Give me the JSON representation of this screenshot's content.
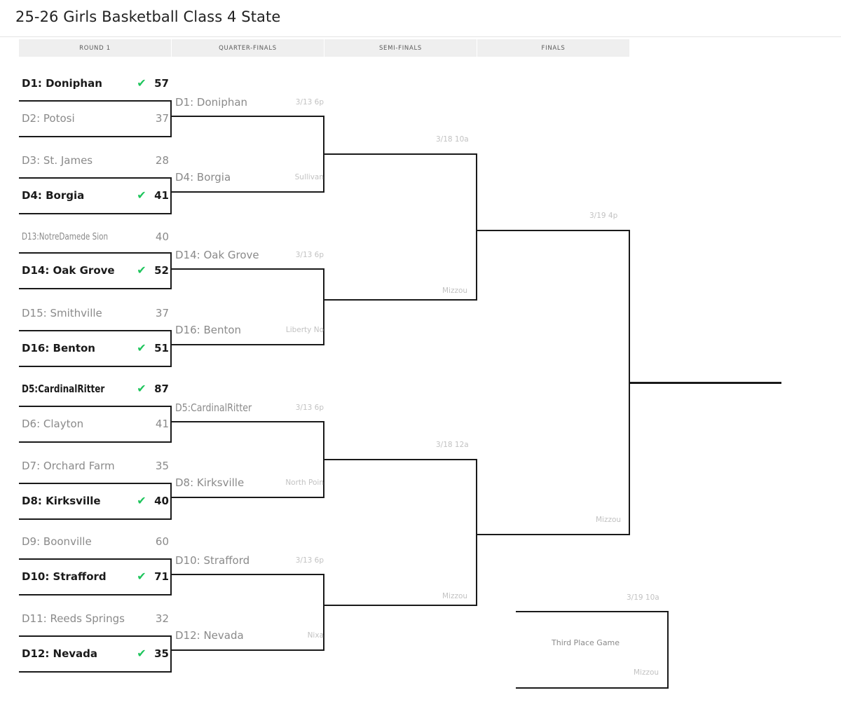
{
  "page": {
    "title": "25-26 Girls Basketball Class 4 State",
    "accent_check_color": "#1ec55c",
    "line_color": "#1a1a1a",
    "muted_text_color": "#8a8a8a",
    "faint_text_color": "#c2c2c2",
    "tab_background": "#efefef"
  },
  "rounds": [
    {
      "label": "ROUND 1"
    },
    {
      "label": "QUARTER-FINALS"
    },
    {
      "label": "SEMI-FINALS"
    },
    {
      "label": "FINALS"
    }
  ],
  "round1": [
    {
      "winner_label": {
        "name": "D1: Doniphan",
        "check": "✔",
        "score": "57"
      },
      "teams": [
        {
          "name": "D1: Doniphan",
          "score": "57",
          "winner": true
        },
        {
          "name": "D2: Potosi",
          "score": "37",
          "winner": false
        }
      ]
    },
    {
      "teams": [
        {
          "name": "D3: St. James",
          "score": "28",
          "winner": false
        },
        {
          "name": "D4: Borgia",
          "score": "41",
          "winner": true,
          "check": "✔"
        }
      ]
    },
    {
      "teams": [
        {
          "name": "D13:NotreDamede Sion",
          "score": "40",
          "winner": false,
          "squeeze": true
        },
        {
          "name": "D14: Oak Grove",
          "score": "52",
          "winner": true,
          "check": "✔"
        }
      ]
    },
    {
      "teams": [
        {
          "name": "D15: Smithville",
          "score": "37",
          "winner": false
        },
        {
          "name": "D16: Benton",
          "score": "51",
          "winner": true,
          "check": "✔"
        }
      ]
    },
    {
      "winner_label": {
        "name": "D5:CardinalRitter",
        "check": "✔",
        "score": "87",
        "squeeze": true
      },
      "teams": [
        {
          "name": "D5:CardinalRitter",
          "score": "87",
          "winner": true,
          "squeeze": true
        },
        {
          "name": "D6: Clayton",
          "score": "41",
          "winner": false
        }
      ]
    },
    {
      "teams": [
        {
          "name": "D7: Orchard Farm",
          "score": "35",
          "winner": false
        },
        {
          "name": "D8: Kirksville",
          "score": "40",
          "winner": true,
          "check": "✔"
        }
      ]
    },
    {
      "teams": [
        {
          "name": "D9: Boonville",
          "score": "60",
          "winner": false
        },
        {
          "name": "D10: Strafford",
          "score": "71",
          "winner": true,
          "check": "✔"
        }
      ]
    },
    {
      "teams": [
        {
          "name": "D11: Reeds Springs",
          "score": "32",
          "winner": false
        },
        {
          "name": "D12: Nevada",
          "score": "35",
          "winner": true,
          "check": "✔"
        }
      ]
    }
  ],
  "quarterfinals": [
    {
      "top": {
        "name": "D1: Doniphan",
        "note": "3/13 6p"
      },
      "bottom": {
        "name": "D4: Borgia",
        "note": "Sullivan"
      }
    },
    {
      "top": {
        "name": "D14: Oak Grove",
        "note": "3/13 6p"
      },
      "bottom": {
        "name": "D16: Benton",
        "note": "Liberty No"
      }
    },
    {
      "top": {
        "name": "D5:CardinalRitter",
        "note": "3/13 6p",
        "squeeze": true
      },
      "bottom": {
        "name": "D8: Kirksville",
        "note": "North Poin"
      }
    },
    {
      "top": {
        "name": "D10: Strafford",
        "note": "3/13 6p"
      },
      "bottom": {
        "name": "D12: Nevada",
        "note": "Nixa"
      }
    }
  ],
  "semifinals": [
    {
      "when": "3/18 10a",
      "site": "Mizzou"
    },
    {
      "when": "3/18 12a",
      "site": "Mizzou"
    }
  ],
  "finals": {
    "when": "3/19 4p",
    "site": "Mizzou"
  },
  "third_place": {
    "when": "3/19 10a",
    "label": "Third Place Game",
    "site": "Mizzou"
  }
}
